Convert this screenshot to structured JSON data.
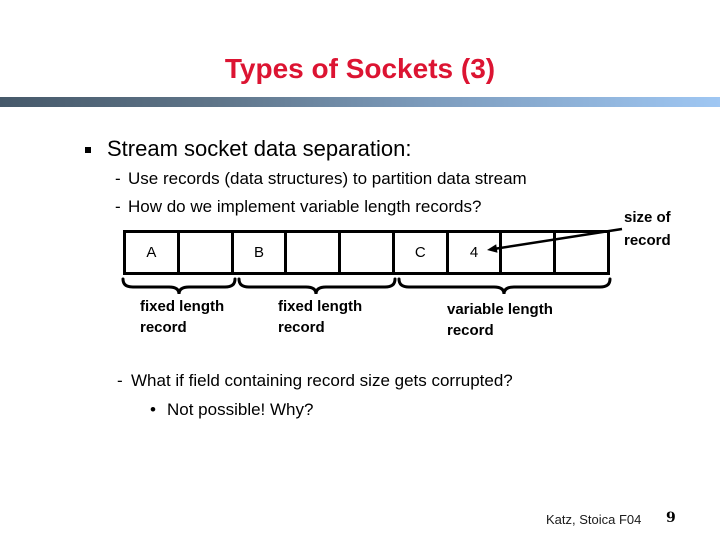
{
  "slide": {
    "title": "Types of Sockets (3)",
    "colors": {
      "title_red": "#dc1432",
      "bar_gradient_left": "#46596a",
      "bar_gradient_right": "#9fc7f3"
    },
    "bullets": {
      "main": "Stream socket data separation:",
      "sub": [
        {
          "marker": "-",
          "text": "Use records (data structures) to partition data stream"
        },
        {
          "marker": "-",
          "text": "How do we implement variable length records?"
        }
      ],
      "question": {
        "marker": "-",
        "text": "What if field containing record size gets corrupted?"
      },
      "answer": {
        "marker": "•",
        "text": "Not possible! Why?"
      }
    },
    "diagram": {
      "cells": [
        "A",
        "",
        "B",
        "",
        "",
        "C",
        "4",
        "",
        ""
      ],
      "size_label": {
        "line1": "size of",
        "line2": "record"
      },
      "group_labels": [
        {
          "line1": "fixed length",
          "line2": "record"
        },
        {
          "line1": "fixed length",
          "line2": "record"
        },
        {
          "line1": "variable length",
          "line2": "record"
        }
      ]
    },
    "footer": {
      "credit": "Katz, Stoica F04",
      "page": "9"
    }
  }
}
